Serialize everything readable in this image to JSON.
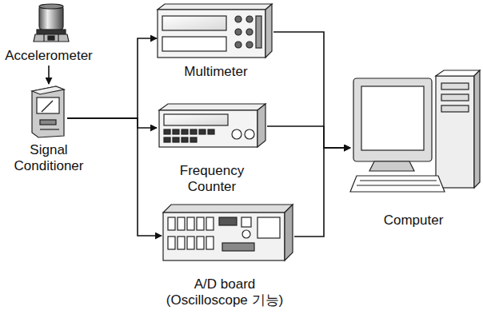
{
  "diagram": {
    "nodes": [
      {
        "text": [
          "Accelerometer"
        ]
      },
      {
        "text": [
          "Signal Conditioner"
        ]
      },
      {
        "text": [
          "Multimeter"
        ]
      },
      {
        "text": [
          "Frequency Counter"
        ]
      },
      {
        "text": [
          "A/D board",
          "(Oscilloscope 기능)"
        ]
      },
      {
        "text": [
          "Computer"
        ]
      }
    ],
    "edges": [
      {
        "from": 0,
        "to": 1,
        "arrow": "to"
      },
      {
        "from": 1,
        "to": 2,
        "arrow": "to"
      },
      {
        "from": 1,
        "to": 3,
        "arrow": "to"
      },
      {
        "from": 1,
        "to": 4,
        "arrow": "to"
      },
      {
        "from": 2,
        "to": 5,
        "arrow": "to"
      },
      {
        "from": 3,
        "to": 5,
        "arrow": "to"
      },
      {
        "from": 4,
        "to": 5,
        "arrow": "to"
      }
    ]
  }
}
